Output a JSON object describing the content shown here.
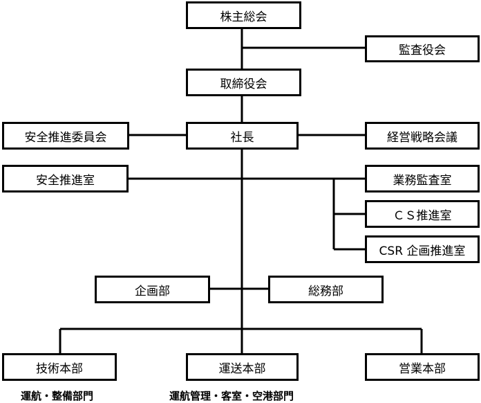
{
  "org_chart": {
    "shareholders_meeting": "株主総会",
    "auditors": "監査役会",
    "board": "取締役会",
    "safety_committee": "安全推進委員会",
    "president": "社長",
    "strategy_council": "経営戦略会議",
    "safety_office": "安全推進室",
    "audit_office": "業務監査室",
    "cs_office": "ＣＳ推進室",
    "csr_office": "CSR 企画推進室",
    "planning_dept": "企画部",
    "general_affairs_dept": "総務部",
    "engineering_hq": "技術本部",
    "engineering_hq_note": "運航・整備部門",
    "operations_hq": "運送本部",
    "operations_hq_note": "運航管理・客室・空港部門",
    "sales_hq": "営業本部"
  }
}
